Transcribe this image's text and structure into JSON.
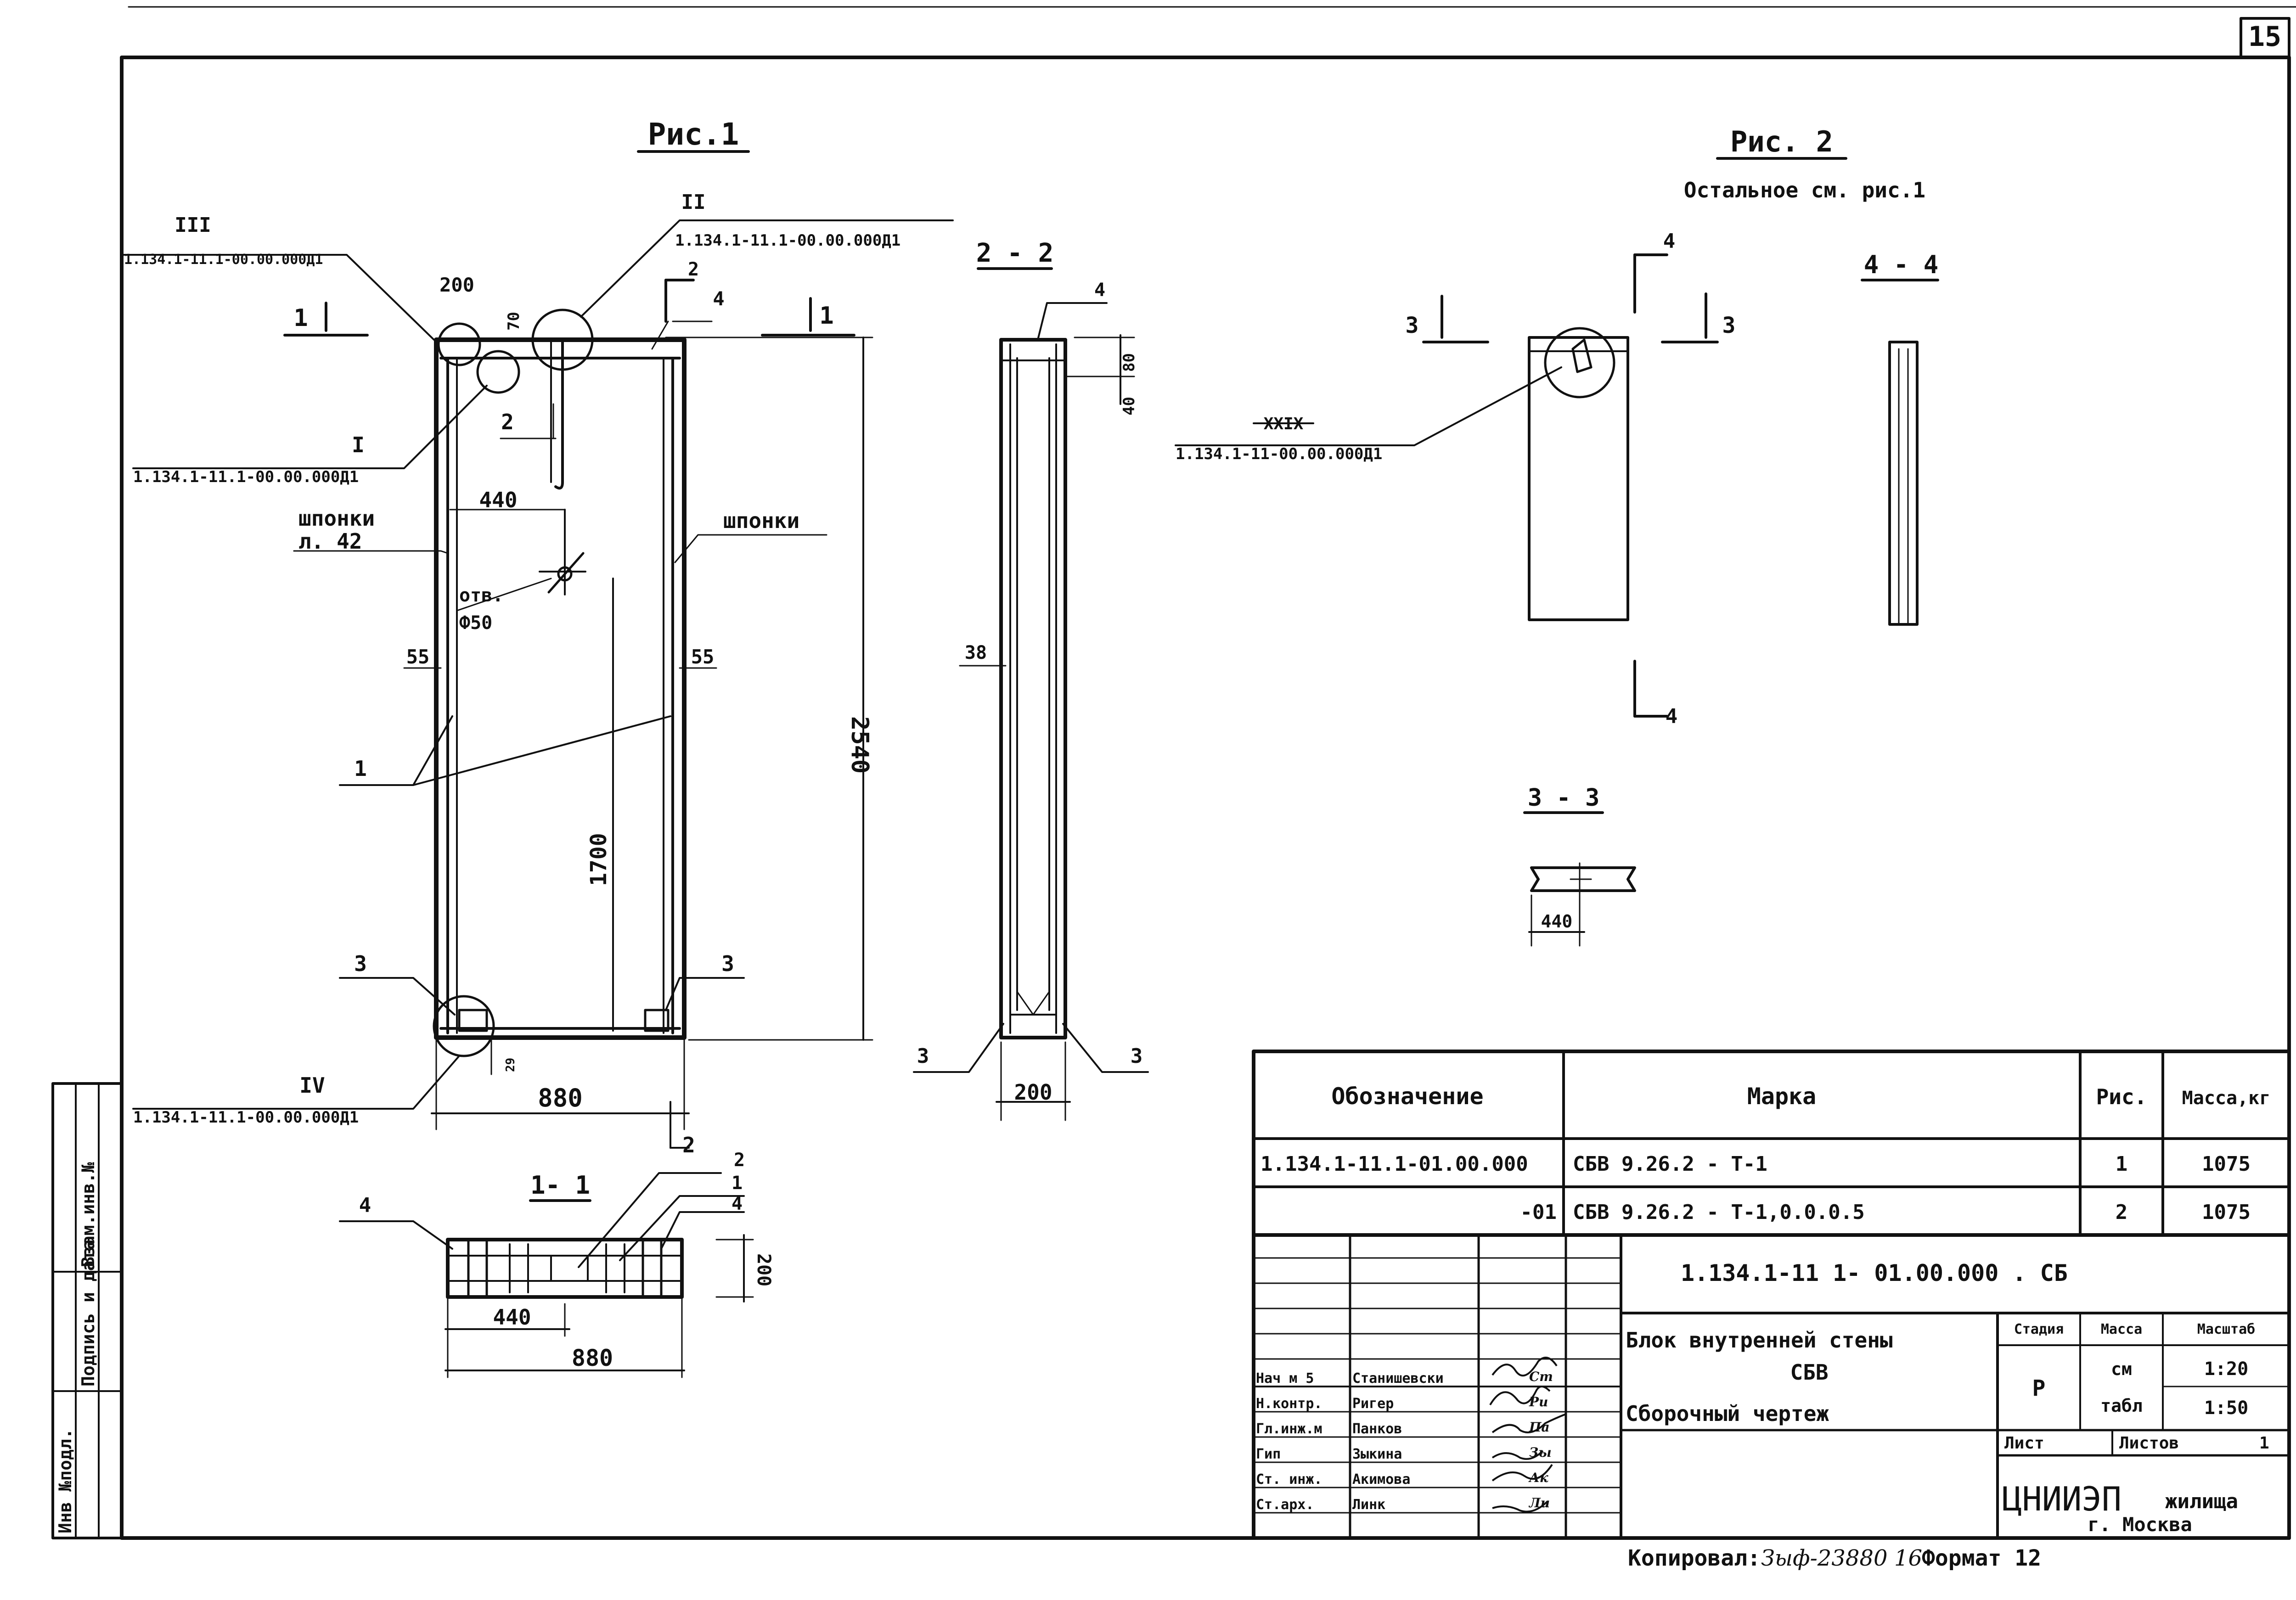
{
  "page_number": "15",
  "side_stamp": {
    "inv_podl": "Инв №подл.",
    "podpis_data": "Подпись и дата",
    "vzam_inv": "Взам.инв.№"
  },
  "fig1": {
    "title": "Рис.1",
    "node_III_num": "III",
    "node_III_ref": "1.134.1-11.1-00.00.000Д1",
    "node_II_num": "II",
    "node_II_ref": "1.134.1-11.1-00.00.000Д1",
    "node_I_num": "I",
    "node_I_ref": "1.134.1-11.1-00.00.000Д1",
    "node_IV_num": "IV",
    "node_IV_ref": "1.134.1-11.1-00.00.000Д1",
    "dim_200": "200",
    "dim_70": "70",
    "dim_440": "440",
    "dim_55_left": "55",
    "dim_55_right": "55",
    "dim_2540": "2540",
    "dim_1700": "1700",
    "dim_880": "880",
    "dim_29": "29",
    "shponki_left": "шпонки",
    "shponki_sheet": "л. 42",
    "shponki_right": "шпонки",
    "otv": "отв.",
    "otv_d": "Ф50",
    "pos_1": "1",
    "pos_2": "2",
    "pos_3a": "3",
    "pos_3b": "3",
    "pos_4": "4",
    "cut_1a": "1",
    "cut_1b": "1",
    "cut_2a": "2",
    "cut_2b": "2"
  },
  "section_2_2": {
    "title": "2 - 2",
    "pos_4": "4",
    "dim_80": "80",
    "dim_40": "40",
    "dim_38": "38",
    "dim_200": "200",
    "pos_3a": "3",
    "pos_3b": "3"
  },
  "section_1_1": {
    "title": "1- 1",
    "pos_4a": "4",
    "pos_2": "2",
    "pos_1": "1",
    "pos_4b": "4",
    "dim_200": "200",
    "dim_440": "440",
    "dim_880": "880"
  },
  "fig2": {
    "title": "Рис. 2",
    "subtitle": "Остальное см. рис.1",
    "node_XXIX_num": "XXIX",
    "node_XXIX_ref": "1.134.1-11-00.00.000Д1",
    "cut_4a": "4",
    "cut_4b": "4",
    "cut_3a": "3",
    "cut_3b": "3"
  },
  "section_4_4": {
    "title": "4 - 4"
  },
  "section_3_3": {
    "title": "3 - 3",
    "dim_440": "440"
  },
  "spec": {
    "headers": [
      "Обозначение",
      "Марка",
      "Рис.",
      "Масса,кг"
    ],
    "rows": [
      {
        "designation": "1.134.1-11.1-01.00.000",
        "mark": "СБВ 9.26.2 - Т-1",
        "fig": "1",
        "mass": "1075"
      },
      {
        "designation": "-01",
        "mark": "СБВ 9.26.2 - Т-1,0.0.0.5",
        "fig": "2",
        "mass": "1075"
      }
    ]
  },
  "title_block": {
    "doc_code": "1.134.1-11 1- 01.00.000 . СБ",
    "name_line1": "Блок внутренней стены",
    "name_line2": "СБВ",
    "name_line3": "Сборочный чертеж",
    "stadia_label": "Стадия",
    "massa_label": "Масса",
    "masshtab_label": "Масштаб",
    "stadia_value": "Р",
    "massa_value_1": "см",
    "massa_value_2": "табл",
    "scale_1": "1:20",
    "scale_2": "1:50",
    "list_label": "Лист",
    "listov_label": "Листов",
    "listov_value": "1",
    "org_1": "ЦНИИЭП",
    "org_2": "жилища",
    "org_city": "г. Москва",
    "staff": [
      {
        "role": "Нач м 5",
        "name": "Станишевски",
        "sign": "Ст"
      },
      {
        "role": "Н.контр.",
        "name": "Ригер",
        "sign": "Ри"
      },
      {
        "role": "Гл.инж.м",
        "name": "Панков",
        "sign": "Па"
      },
      {
        "role": "Гип",
        "name": "Зыкина",
        "sign": "Зы"
      },
      {
        "role": "Ст. инж.",
        "name": "Акимова",
        "sign": "Ак"
      },
      {
        "role": "Ст.арх.",
        "name": "Линк",
        "sign": "Ли"
      }
    ]
  },
  "bottom": {
    "kopiroval_label": "Копировал:",
    "kopiroval_value": "Зыф-23880",
    "sheet_no": "16",
    "format_label": "Формат 12"
  }
}
